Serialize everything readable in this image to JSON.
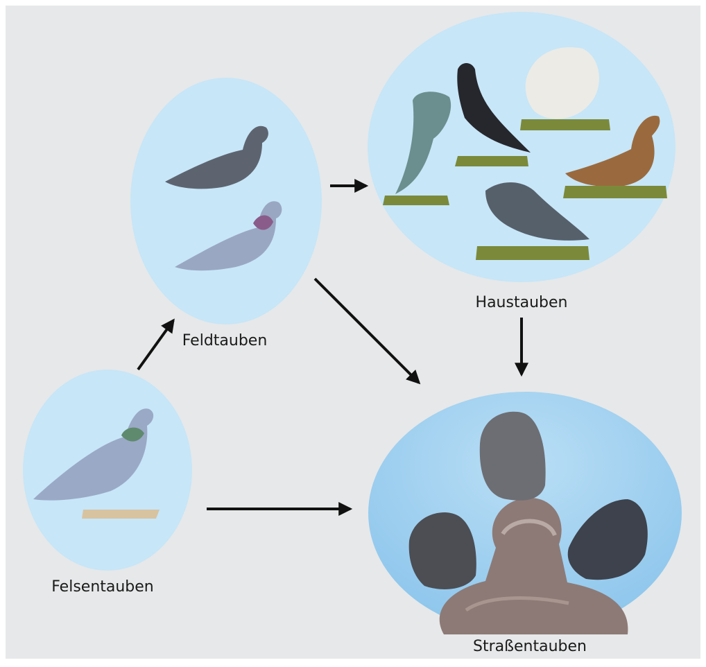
{
  "diagram": {
    "nodes": [
      {
        "id": "felsentauben",
        "label": "Felsentauben",
        "birds": 1
      },
      {
        "id": "feldtauben",
        "label": "Feldtauben",
        "birds": 2
      },
      {
        "id": "haustauben",
        "label": "Haustauben",
        "birds": 5
      },
      {
        "id": "strassentauben",
        "label": "Straßentauben",
        "birds": 3
      }
    ],
    "edges": [
      {
        "from": "felsentauben",
        "to": "feldtauben"
      },
      {
        "from": "feldtauben",
        "to": "haustauben"
      },
      {
        "from": "feldtauben",
        "to": "strassentauben"
      },
      {
        "from": "haustauben",
        "to": "strassentauben"
      },
      {
        "from": "felsentauben",
        "to": "strassentauben"
      }
    ]
  },
  "colors": {
    "background": "#e7e8e9",
    "ellipse_fill": "#c7e6f8",
    "sky_fill": "#9fd0f0",
    "arrow": "#111111",
    "label": "#1a1a1a"
  }
}
